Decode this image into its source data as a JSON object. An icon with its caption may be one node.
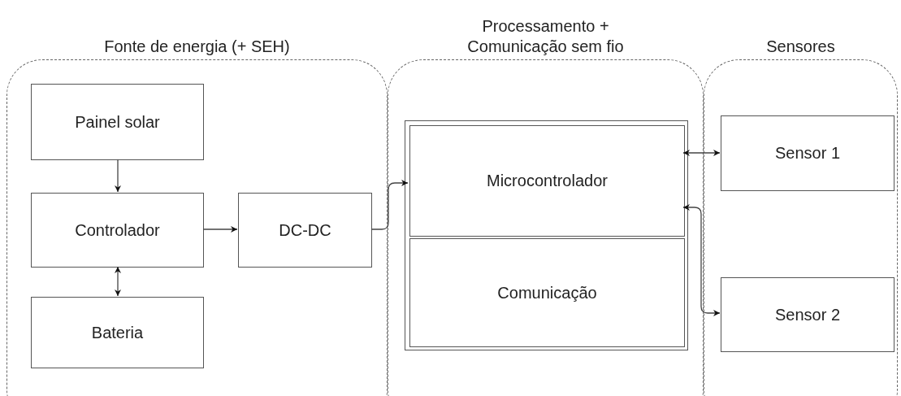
{
  "diagram": {
    "nodes": [
      {
        "text": [
          "Fonte de energia (+ SEH)"
        ]
      },
      {
        "text": [
          "Painel solar"
        ],
        "in": 0
      },
      {
        "text": [
          "Controlador"
        ],
        "in": 0
      },
      {
        "text": [
          "Bateria"
        ],
        "in": 0
      },
      {
        "text": [
          "DC-DC"
        ],
        "in": 0
      },
      {
        "text": [
          "Processamento + Comunicação sem fio"
        ]
      },
      {
        "text": [],
        "shape": "box",
        "in": 5
      },
      {
        "text": [
          "Microcontrolador"
        ],
        "in": 6
      },
      {
        "text": [
          "Comunicação"
        ],
        "in": 6
      },
      {
        "text": [
          "Sensores"
        ]
      },
      {
        "text": [
          "Sensor 1"
        ],
        "in": 9
      },
      {
        "text": [
          "Sensor 2"
        ],
        "in": 9
      }
    ],
    "edges": [
      {
        "from": 1,
        "to": 2,
        "arrow": "to"
      },
      {
        "from": 2,
        "to": 4,
        "arrow": "to"
      },
      {
        "from": 2,
        "to": 3,
        "arrow": "both"
      },
      {
        "from": 4,
        "to": 7,
        "arrow": "to"
      },
      {
        "from": 7,
        "to": 10,
        "arrow": "both"
      },
      {
        "from": 7,
        "to": 11,
        "arrow": "both"
      }
    ]
  }
}
